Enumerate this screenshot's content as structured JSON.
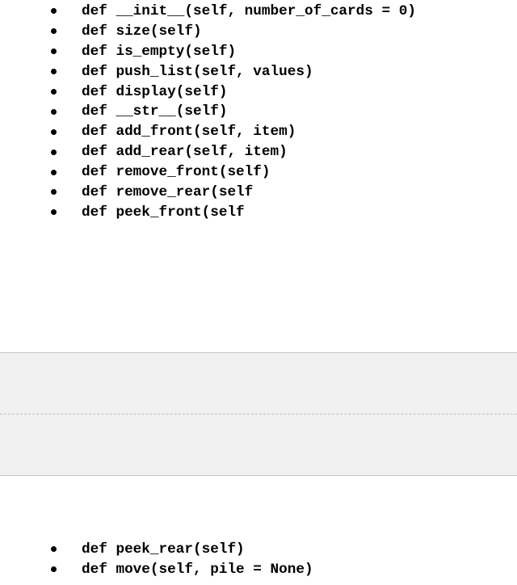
{
  "methods_page1": [
    "def __init__(self, number_of_cards = 0)",
    "def size(self)",
    "def is_empty(self)",
    "def push_list(self, values)",
    "def display(self)",
    "def __str__(self)",
    "def add_front(self, item)",
    "def add_rear(self, item)",
    "def remove_front(self)",
    "def remove_rear(self",
    "def peek_front(self"
  ],
  "methods_page2": [
    "def peek_rear(self)",
    "def move(self, pile = None)"
  ]
}
